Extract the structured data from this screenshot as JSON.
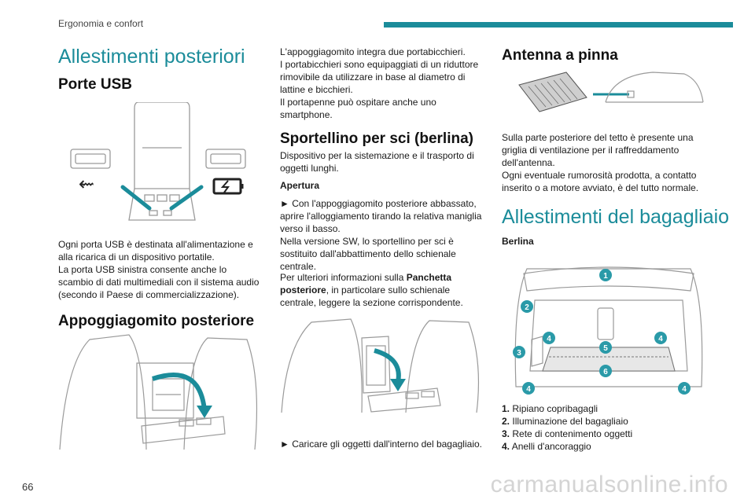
{
  "header": {
    "section": "Ergonomia e confort",
    "page_number": "66"
  },
  "watermark": "carmanualsonline.info",
  "col1": {
    "title": "Allestimenti posteriori",
    "usb": {
      "heading": "Porte USB",
      "p1": "Ogni porta USB è destinata all'alimentazione e alla ricarica di un dispositivo portatile.",
      "p2": "La porta USB sinistra consente anche lo scambio di dati multimediali con il sistema audio (secondo il Paese di commercializzazione)."
    },
    "armrest": {
      "heading": "Appoggiagomito posteriore"
    }
  },
  "col2": {
    "p1": "L'appoggiagomito integra due portabicchieri.",
    "p2": "I portabicchieri sono equipaggiati di un riduttore rimovibile da utilizzare in base al diametro di lattine e bicchieri.",
    "p3": "Il portapenne può ospitare anche uno smartphone.",
    "ski": {
      "heading": "Sportellino per sci (berlina)",
      "p1": "Dispositivo per la sistemazione e il trasporto di oggetti lunghi.",
      "sub": "Apertura",
      "s1": "► Con l'appoggiagomito posteriore abbassato, aprire l'alloggiamento tirando la relativa maniglia verso il basso.",
      "s2": "Nella versione SW, lo sportellino per sci è sostituito dall'abbattimento dello schienale centrale.",
      "s3_pre": "Per ulteriori informazioni sulla ",
      "s3_bold": "Panchetta posteriore",
      "s3_post": ", in particolare sullo schienale centrale, leggere la sezione corrispondente.",
      "s4": "► Caricare gli oggetti dall'interno del bagagliaio."
    }
  },
  "col3": {
    "antenna": {
      "heading": "Antenna a pinna",
      "p1": "Sulla parte posteriore del tetto è presente una griglia di ventilazione per il raffreddamento dell'antenna.",
      "p2": "Ogni eventuale rumorosità prodotta, a contatto inserito o a motore avviato, è del tutto normale."
    },
    "luggage": {
      "title": "Allestimenti del bagagliaio",
      "sub": "Berlina",
      "items": [
        {
          "num": "1.",
          "label": "Ripiano copribagagli"
        },
        {
          "num": "2.",
          "label": "Illuminazione del bagagliaio"
        },
        {
          "num": "3.",
          "label": "Rete di contenimento oggetti"
        },
        {
          "num": "4.",
          "label": "Anelli d'ancoraggio"
        }
      ],
      "markers": [
        "1",
        "2",
        "3",
        "4",
        "4",
        "5",
        "6",
        "4",
        "4"
      ]
    }
  },
  "colors": {
    "accent": "#1b8c9a",
    "marker": "#2a9aa8",
    "text": "#1a1a1a"
  }
}
